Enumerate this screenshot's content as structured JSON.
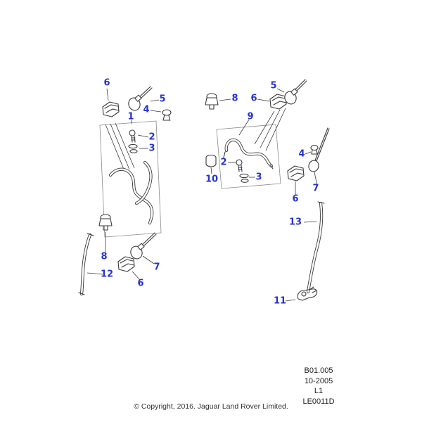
{
  "colors": {
    "callout": "#2633cc",
    "line": "#3a3a3a",
    "text": "#1c1c1c",
    "background": "#ffffff"
  },
  "diagram": {
    "callouts": [
      {
        "label": "6"
      },
      {
        "label": "5"
      },
      {
        "label": "1"
      },
      {
        "label": "4"
      },
      {
        "label": "2"
      },
      {
        "label": "3"
      },
      {
        "label": "8"
      },
      {
        "label": "12"
      },
      {
        "label": "7"
      },
      {
        "label": "6"
      },
      {
        "label": "8"
      },
      {
        "label": "6"
      },
      {
        "label": "5"
      },
      {
        "label": "9"
      },
      {
        "label": "2"
      },
      {
        "label": "3"
      },
      {
        "label": "10"
      },
      {
        "label": "4"
      },
      {
        "label": "6"
      },
      {
        "label": "7"
      },
      {
        "label": "13"
      },
      {
        "label": "11"
      }
    ]
  },
  "footer": {
    "sheet_code": "B01.005",
    "date_code": "10-2005",
    "level_code": "L1",
    "drawing_code": "LE0011D",
    "copyright": "© Copyright, 2016. Jaguar Land Rover Limited."
  }
}
